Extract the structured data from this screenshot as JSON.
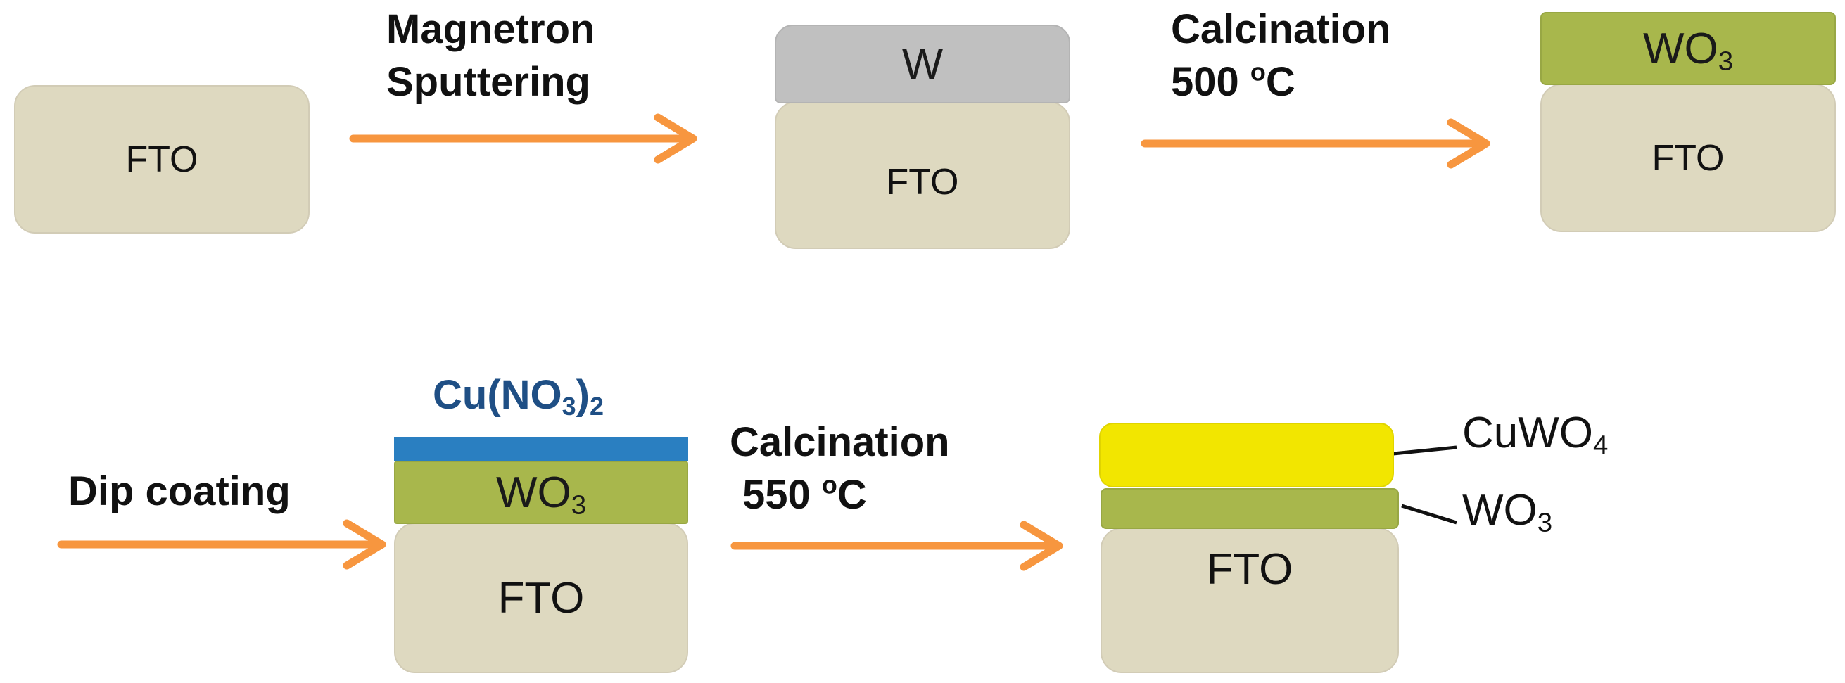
{
  "step1": {
    "substrate": "FTO"
  },
  "step2": {
    "process_line1": "Magnetron",
    "process_line2": "Sputtering",
    "film": "W",
    "substrate": "FTO"
  },
  "step3": {
    "process_line1": "Calcination",
    "temperature": "500 ",
    "temperature_unit_sup": "o",
    "temperature_unit": "C",
    "film_base": "WO",
    "film_sub": "3",
    "substrate": "FTO"
  },
  "step4": {
    "process": "Dip coating",
    "coating_base": "Cu(NO",
    "coating_sub1": "3",
    "coating_mid": ")",
    "coating_sub2": "2",
    "film_base": "WO",
    "film_sub": "3",
    "substrate": "FTO"
  },
  "step5": {
    "process_line1": "Calcination",
    "temperature": "550 ",
    "temperature_unit_sup": "o",
    "temperature_unit": "C",
    "top_layer_base": "CuWO",
    "top_layer_sub": "4",
    "middle_layer_base": "WO",
    "middle_layer_sub": "3",
    "substrate": "FTO"
  },
  "colors": {
    "arrow": "#f7963f",
    "fto": "#ded9c0",
    "w": "#c0c0c0",
    "wo3": "#a8b74c",
    "cuwo4": "#f2e600",
    "cuno3": "#2a7fc1",
    "cuno3_text": "#1f4f85"
  }
}
